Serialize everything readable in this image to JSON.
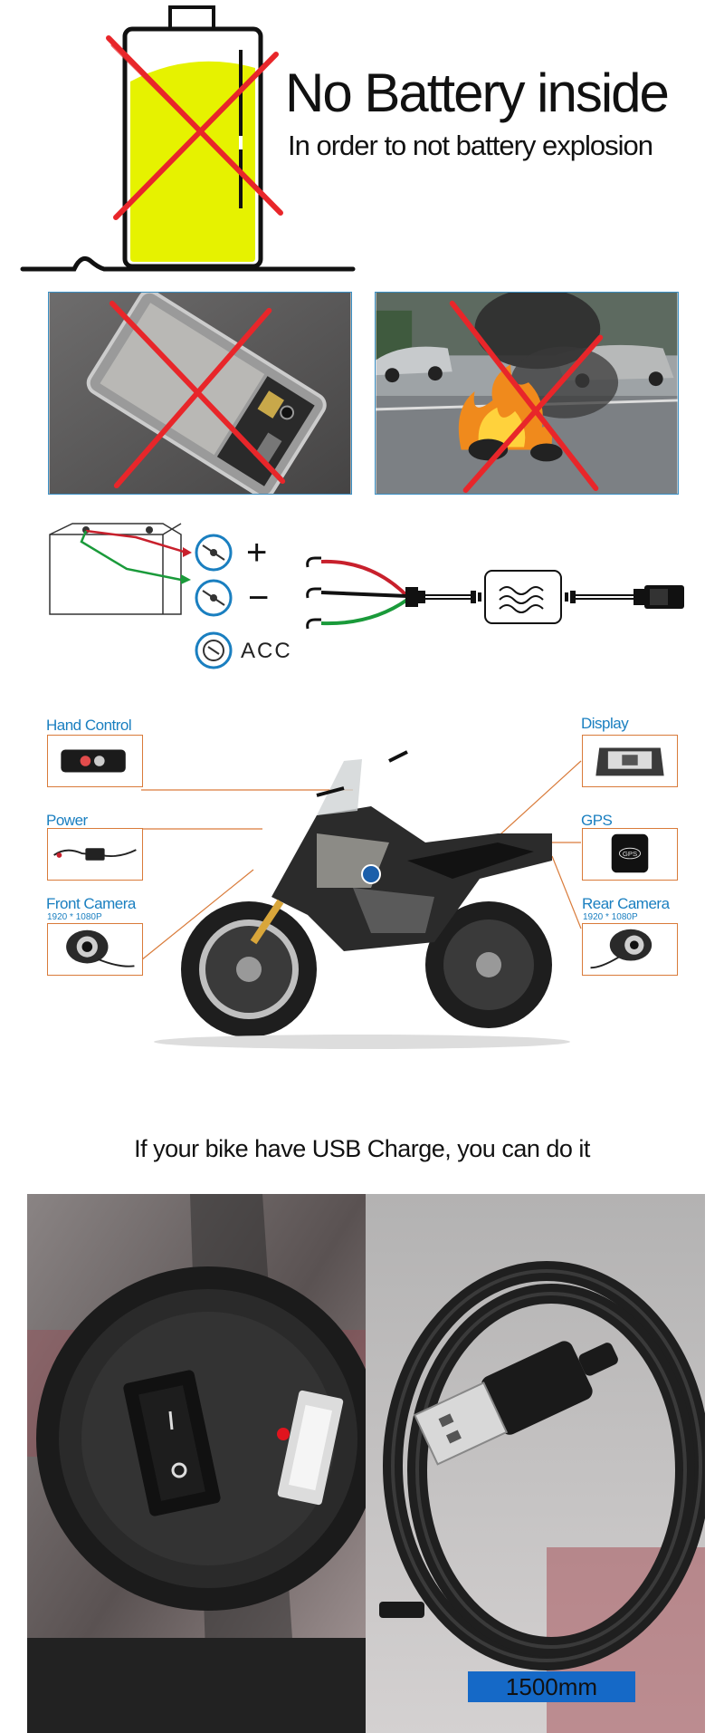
{
  "battery_section": {
    "headline": "No Battery inside",
    "subline": "In order to not battery explosion"
  },
  "wiring": {
    "plus": "+",
    "minus": "−",
    "acc": "ACC"
  },
  "accessories": {
    "hand_control": "Hand Control",
    "power": "Power",
    "front_camera": "Front Camera",
    "front_camera_res": "1920 * 1080P",
    "display": "Display",
    "gps": "GPS",
    "gps_badge": "GPS",
    "rear_camera": "Rear Camera",
    "rear_camera_res": "1920 * 1080P"
  },
  "usb_section": {
    "title": "If your bike have USB Charge, you can do it",
    "cable_length": "1500mm"
  },
  "colors": {
    "accent_blue": "#1a7fc0",
    "box_border": "#d97b3a",
    "cross_red": "#e8262a",
    "battery_yellow": "#e6f200",
    "length_badge": "#1569c7"
  }
}
